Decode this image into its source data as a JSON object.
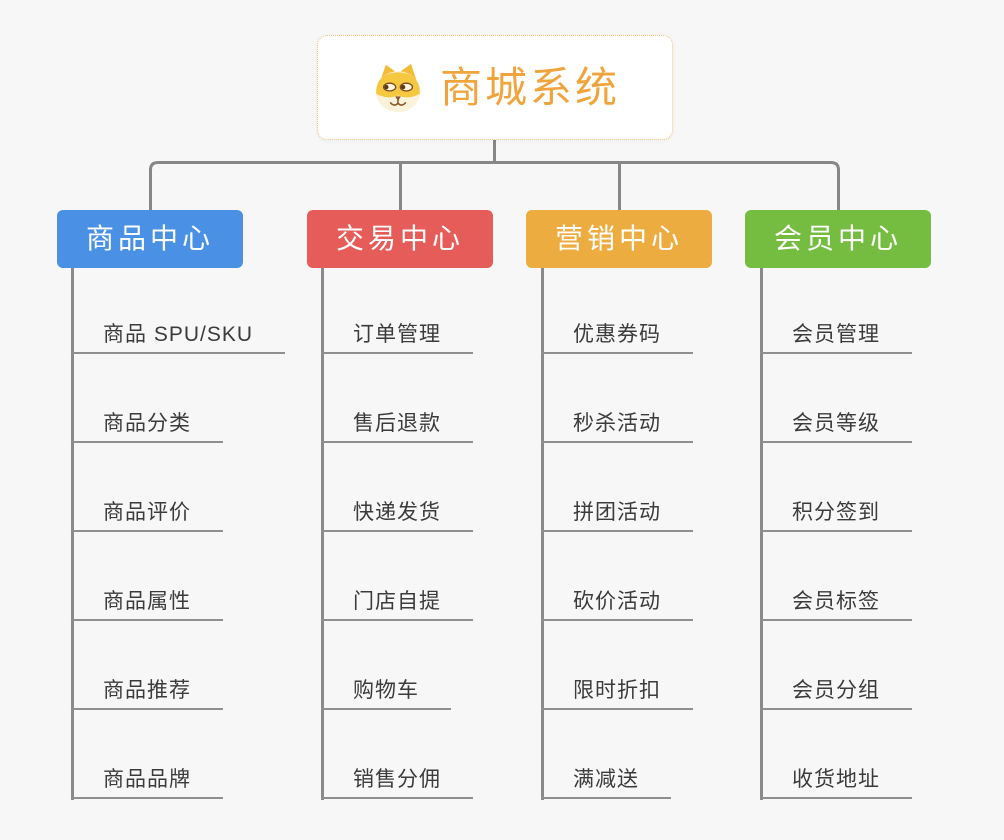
{
  "canvas": {
    "background_color": "#f7f7f7",
    "connector_color": "#878787"
  },
  "root": {
    "label": "商城系统",
    "text_color": "#f0a43c",
    "border_color": "#f0c37e",
    "icon": "shiba-dog-icon"
  },
  "branches": [
    {
      "label": "商品中心",
      "color": "#4a90e4",
      "children": [
        "商品 SPU/SKU",
        "商品分类",
        "商品评价",
        "商品属性",
        "商品推荐",
        "商品品牌"
      ]
    },
    {
      "label": "交易中心",
      "color": "#e65c58",
      "children": [
        "订单管理",
        "售后退款",
        "快递发货",
        "门店自提",
        "购物车",
        "销售分佣"
      ]
    },
    {
      "label": "营销中心",
      "color": "#ecac40",
      "children": [
        "优惠券码",
        "秒杀活动",
        "拼团活动",
        "砍价活动",
        "限时折扣",
        "满减送"
      ]
    },
    {
      "label": "会员中心",
      "color": "#75bd40",
      "children": [
        "会员管理",
        "会员等级",
        "积分签到",
        "会员标签",
        "会员分组",
        "收货地址"
      ]
    }
  ]
}
